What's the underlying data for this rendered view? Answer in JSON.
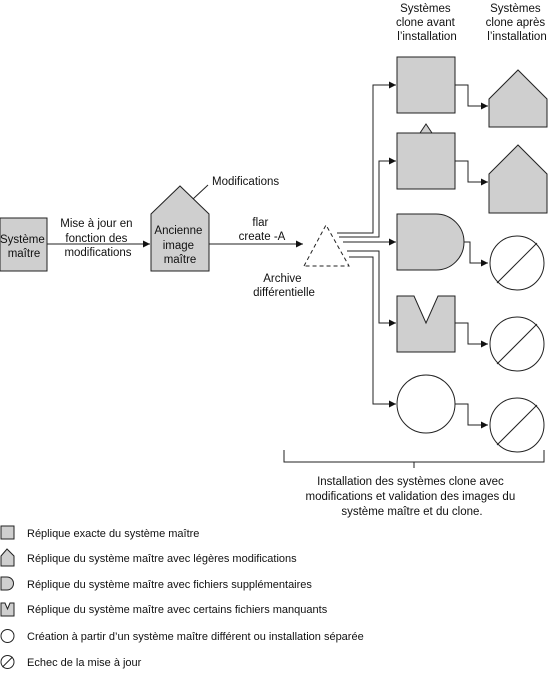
{
  "headers": {
    "before": [
      "Systèmes",
      "clone avant",
      "l’installation"
    ],
    "after": [
      "Systèmes",
      "clone après",
      "l’installation"
    ]
  },
  "master_system": [
    "Système",
    "maître"
  ],
  "update_label": [
    "Mise à jour en",
    "fonction  des",
    "modifications"
  ],
  "old_master_image": [
    "Ancienne",
    "image",
    "maître"
  ],
  "modifications_label": "Modifications",
  "flar_command": [
    "flar",
    "create -A"
  ],
  "differential_archive": [
    "Archive",
    "différentielle"
  ],
  "footer_caption": [
    "Installation des systèmes clone avec",
    "modifications et validation des images du",
    "système maître et du clone."
  ],
  "legend": [
    {
      "icon": "square-icon",
      "text": "Réplique exacte du système maître"
    },
    {
      "icon": "house-small-icon",
      "text": "Réplique du système maître avec légères modifications"
    },
    {
      "icon": "d-shape-icon",
      "text": "Réplique du système maître avec fichiers supplémentaires"
    },
    {
      "icon": "notched-square-icon",
      "text": "Réplique du système maître avec certains fichiers manquants"
    },
    {
      "icon": "circle-icon",
      "text": "Création à partir d’un système maître différent ou installation séparée"
    },
    {
      "icon": "failed-icon",
      "text": "Echec de la mise à jour"
    }
  ],
  "colors": {
    "fill": "#cfcfcf",
    "stroke": "#222222"
  }
}
